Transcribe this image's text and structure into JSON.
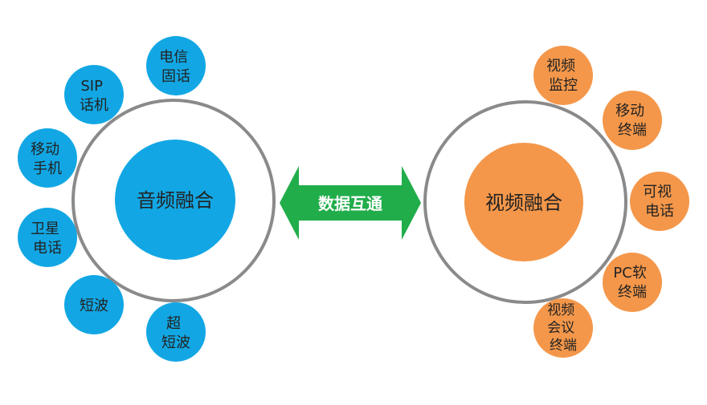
{
  "colors": {
    "audio": "#12a7e4",
    "video": "#f4974a",
    "ring": "#8a8a8a",
    "arrow": "#21ad4a"
  },
  "center_arrow": {
    "label": "数据互通"
  },
  "audio_hub": {
    "label": "音频融合",
    "satellites": [
      {
        "lines": [
          "电信",
          "固话"
        ]
      },
      {
        "lines": [
          "SIP",
          "话机"
        ]
      },
      {
        "lines": [
          "移动",
          "手机"
        ]
      },
      {
        "lines": [
          "卫星",
          "电话"
        ]
      },
      {
        "lines": [
          "短波"
        ]
      },
      {
        "lines": [
          "超",
          "短波"
        ]
      }
    ]
  },
  "video_hub": {
    "label": "视频融合",
    "satellites": [
      {
        "lines": [
          "视频",
          "监控"
        ]
      },
      {
        "lines": [
          "移动",
          "终端"
        ]
      },
      {
        "lines": [
          "可视",
          "电话"
        ]
      },
      {
        "lines": [
          "PC软",
          "终端"
        ]
      },
      {
        "lines": [
          "视频",
          "会议",
          "终端"
        ]
      }
    ]
  }
}
